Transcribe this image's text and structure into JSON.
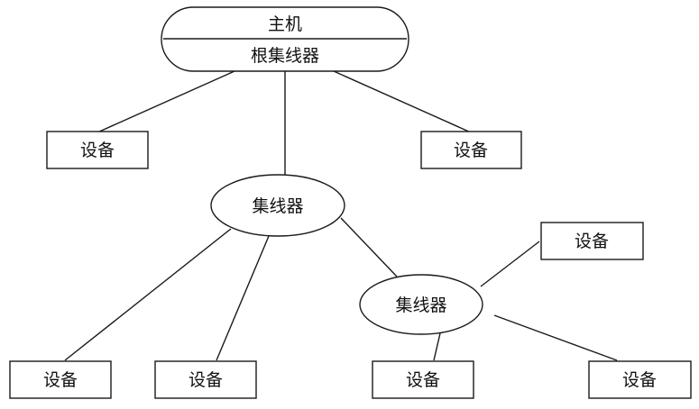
{
  "host": {
    "top_label": "主机",
    "bottom_label": "根集线器"
  },
  "hubs": [
    {
      "id": "hub-1",
      "label": "集线器"
    },
    {
      "id": "hub-2",
      "label": "集线器"
    }
  ],
  "devices": [
    {
      "id": "device-1",
      "label": "设备"
    },
    {
      "id": "device-2",
      "label": "设备"
    },
    {
      "id": "device-3",
      "label": "设备"
    },
    {
      "id": "device-4",
      "label": "设备"
    },
    {
      "id": "device-5",
      "label": "设备"
    },
    {
      "id": "device-6",
      "label": "设备"
    },
    {
      "id": "device-7",
      "label": "设备"
    }
  ],
  "connections": [
    [
      "host",
      "device-1"
    ],
    [
      "host",
      "device-2"
    ],
    [
      "host",
      "hub-1"
    ],
    [
      "hub-1",
      "device-4"
    ],
    [
      "hub-1",
      "device-5"
    ],
    [
      "hub-1",
      "hub-2"
    ],
    [
      "hub-2",
      "device-3"
    ],
    [
      "hub-2",
      "device-6"
    ],
    [
      "hub-2",
      "device-7"
    ]
  ]
}
